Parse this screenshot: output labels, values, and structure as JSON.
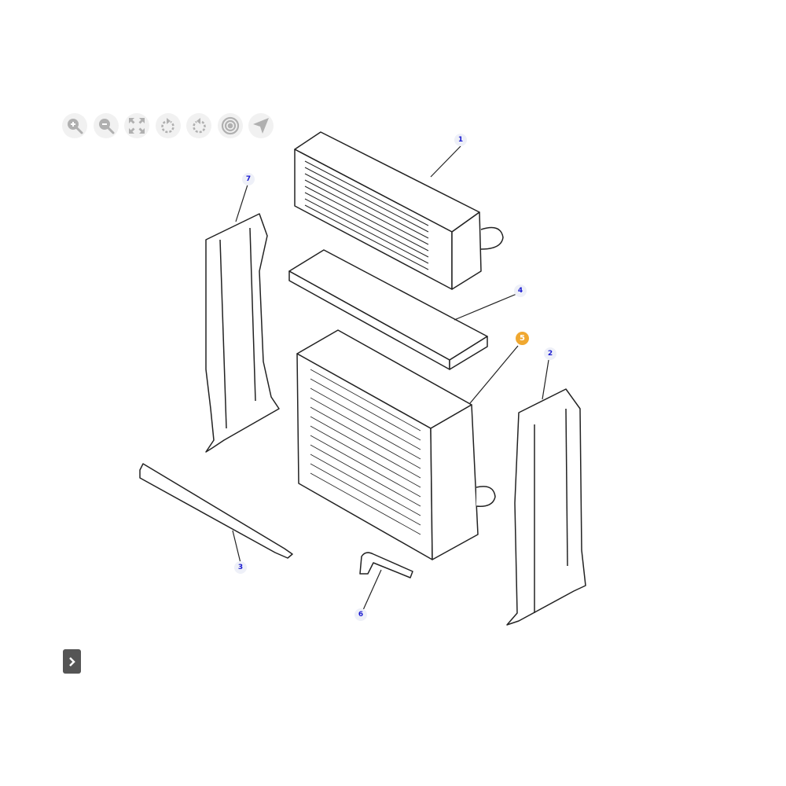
{
  "toolbar": {
    "tools": [
      {
        "name": "zoom-in-icon"
      },
      {
        "name": "zoom-out-icon"
      },
      {
        "name": "fit-screen-icon"
      },
      {
        "name": "rotate-left-icon"
      },
      {
        "name": "rotate-right-icon"
      },
      {
        "name": "target-icon"
      },
      {
        "name": "pointer-icon"
      }
    ]
  },
  "callouts": [
    {
      "label": "1",
      "active": false
    },
    {
      "label": "7",
      "active": false
    },
    {
      "label": "4",
      "active": false
    },
    {
      "label": "5",
      "active": true
    },
    {
      "label": "2",
      "active": false
    },
    {
      "label": "3",
      "active": false
    },
    {
      "label": "6",
      "active": false
    }
  ],
  "colors": {
    "icon": "#b0b0b0",
    "callout_active": "#f0a830",
    "callout_text": "#1a1ad0",
    "next_button": "#555555"
  }
}
